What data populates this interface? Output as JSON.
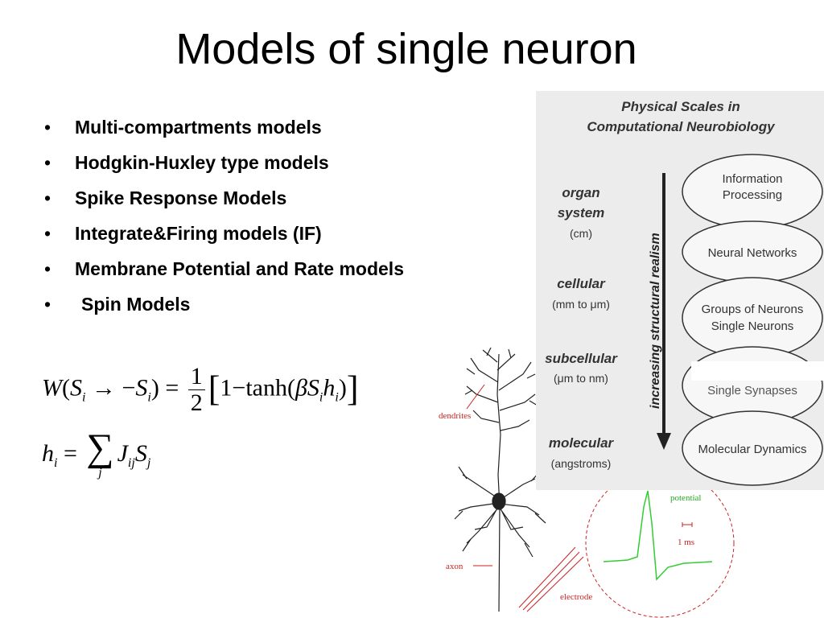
{
  "slide": {
    "title": "Models of single neuron",
    "bullets": [
      "Multi-compartments models",
      "Hodgkin-Huxley type models",
      "Spike Response Models",
      "Integrate&Firing models (IF)",
      "Membrane Potential and Rate models",
      "Spin Models"
    ]
  },
  "formulas": {
    "eq1": {
      "lhs_W": "W",
      "paren_open": "(",
      "S": "S",
      "sub_i": "i",
      "arrow": "→",
      "minus": "−",
      "paren_close": ")",
      "equals": "=",
      "frac_num": "1",
      "frac_den": "2",
      "bracket_open": "[",
      "one": "1",
      "minus2": "−",
      "tanh": "tanh(",
      "beta": "β",
      "h": "h",
      "close_inner": ")",
      "bracket_close": "]"
    },
    "eq2": {
      "h": "h",
      "sub_i": "i",
      "equals": "=",
      "sum": "∑",
      "sum_index": "j",
      "J": "J",
      "sub_ij": "ij",
      "S": "S",
      "sub_j": "j"
    }
  },
  "scales_figure": {
    "title_line1": "Physical Scales in",
    "title_line2": "Computational Neurobiology",
    "arrow_label": "increasing structural realism",
    "levels": [
      {
        "name_line1": "organ",
        "name_line2": "system",
        "unit": "(cm)"
      },
      {
        "name_line1": "cellular",
        "name_line2": "",
        "unit": "(mm to μm)"
      },
      {
        "name_line1": "subcellular",
        "name_line2": "",
        "unit": "(μm to nm)"
      },
      {
        "name_line1": "molecular",
        "name_line2": "",
        "unit": "(angstroms)"
      }
    ],
    "ellipses": [
      {
        "line1": "Information",
        "line2": "Processing"
      },
      {
        "line1": "Neural Networks",
        "line2": ""
      },
      {
        "line1": "Groups of Neurons",
        "line2": "Single Neurons"
      },
      {
        "line1": "Single Synapses",
        "line2": ""
      },
      {
        "line1": "Molecular Dynamics",
        "line2": ""
      }
    ]
  },
  "neuron_figure": {
    "dendrites_label": "dendrites",
    "axon_label": "axon",
    "electrode_label": "electrode",
    "potential_label": "potential",
    "scale_label": "1 ms",
    "label_color": "#cc2222",
    "trace_color": "#33cc33",
    "potential_color": "#22aa22"
  }
}
